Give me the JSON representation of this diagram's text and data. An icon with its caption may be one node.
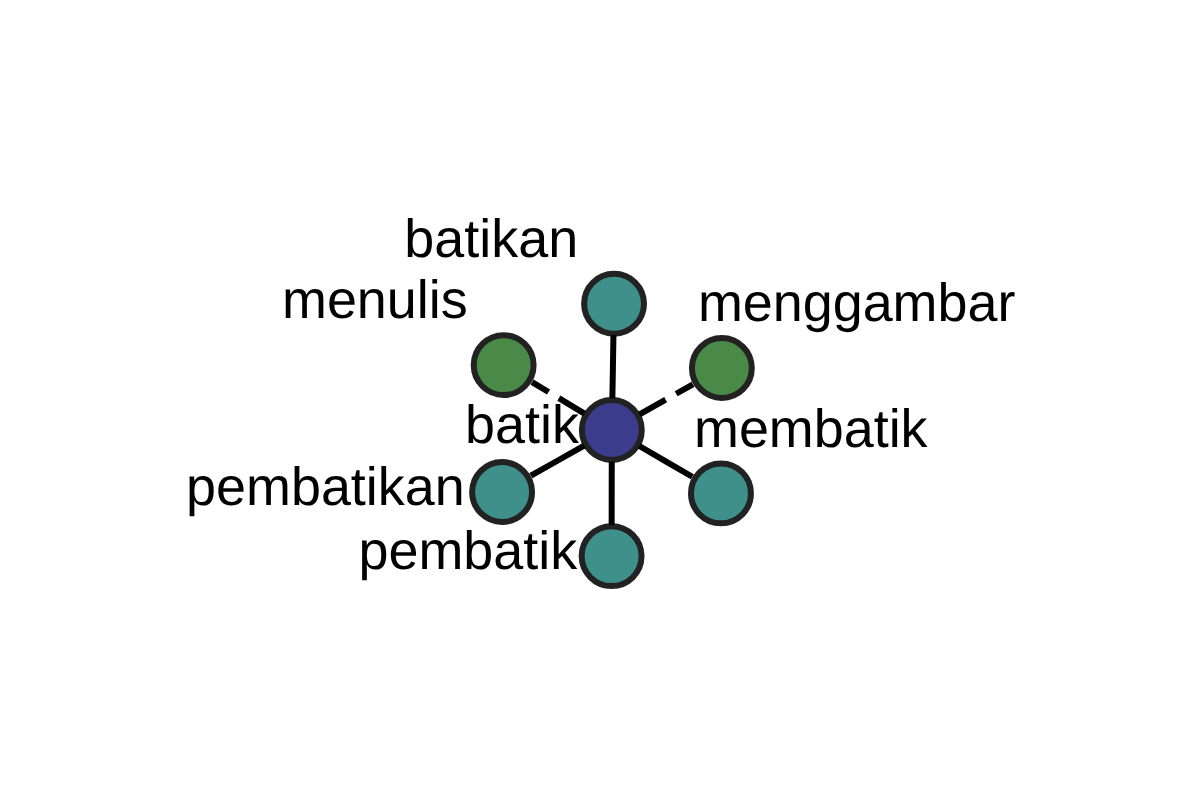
{
  "diagram": {
    "nodes": [
      {
        "text": [
          "batik"
        ]
      },
      {
        "text": [
          "membatik"
        ]
      },
      {
        "text": [
          "pembatik"
        ]
      },
      {
        "text": [
          "menulis"
        ]
      },
      {
        "text": [
          "menggambar"
        ]
      },
      {
        "text": [
          "batikan"
        ]
      },
      {
        "text": [
          "pembatikan"
        ]
      }
    ],
    "edges": [
      {
        "from": 0,
        "to": 1,
        "arrow": "none"
      },
      {
        "from": 0,
        "to": 2,
        "arrow": "none"
      },
      {
        "from": 0,
        "to": 3,
        "arrow": "none",
        "style": "dashed"
      },
      {
        "from": 0,
        "to": 4,
        "arrow": "none",
        "style": "dashed"
      },
      {
        "from": 0,
        "to": 5,
        "arrow": "none"
      },
      {
        "from": 0,
        "to": 6,
        "arrow": "none"
      }
    ]
  }
}
